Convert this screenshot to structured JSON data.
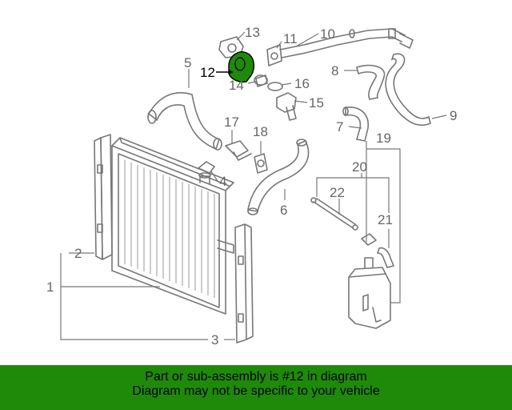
{
  "diagram": {
    "highlight_color": "#1f8a0a",
    "callouts": {
      "c1": "1",
      "c2": "2",
      "c3": "3",
      "c4": "4",
      "c5": "5",
      "c6": "6",
      "c7": "7",
      "c8": "8",
      "c9": "9",
      "c10": "10",
      "c11": "11",
      "c12": "12",
      "c13": "13",
      "c14": "14",
      "c15": "15",
      "c16": "16",
      "c17": "17",
      "c18": "18",
      "c19": "19",
      "c20": "20",
      "c21": "21",
      "c22": "22"
    },
    "highlighted_part": "12"
  },
  "banner": {
    "line1": "Part or sub-assembly is #12 in diagram",
    "line2": "Diagram may not be specific to your vehicle",
    "background": "#1f8a0a"
  }
}
